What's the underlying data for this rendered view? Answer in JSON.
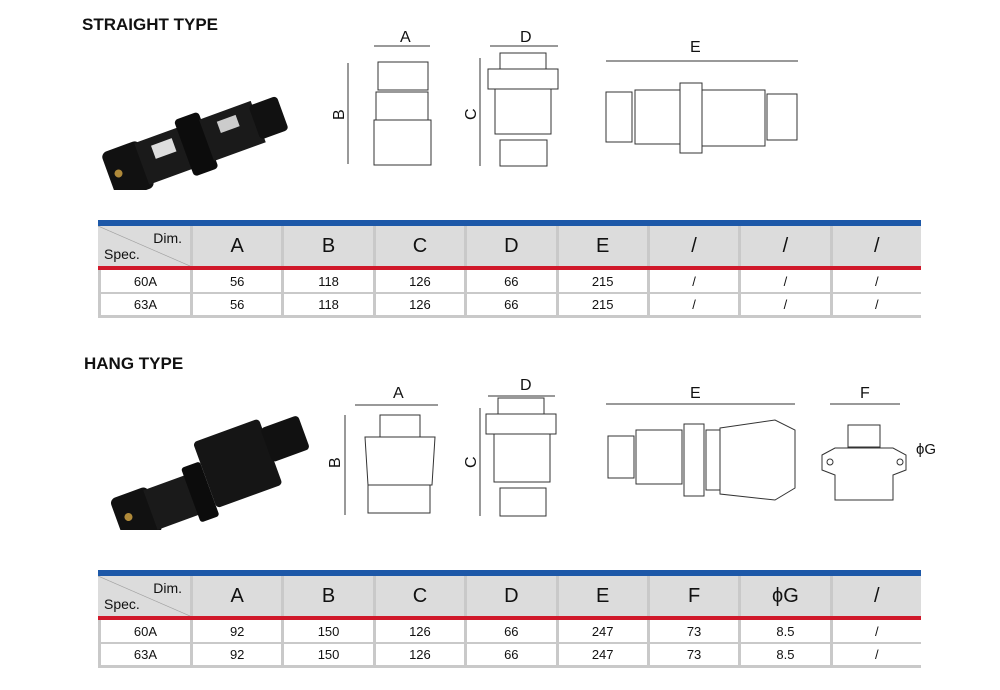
{
  "sections": [
    {
      "title": "STRAIGHT TYPE",
      "drawing_labels": [
        "A",
        "B",
        "C",
        "D",
        "E"
      ],
      "table": {
        "corner_top": "Dim.",
        "corner_bottom": "Spec.",
        "headers": [
          "A",
          "B",
          "C",
          "D",
          "E",
          "/",
          "/",
          "/"
        ],
        "rows": [
          {
            "spec": "60A",
            "values": [
              "56",
              "118",
              "126",
              "66",
              "215",
              "/",
              "/",
              "/"
            ]
          },
          {
            "spec": "63A",
            "values": [
              "56",
              "118",
              "126",
              "66",
              "215",
              "/",
              "/",
              "/"
            ]
          }
        ]
      }
    },
    {
      "title": "HANG TYPE",
      "drawing_labels": [
        "A",
        "B",
        "C",
        "D",
        "E",
        "F",
        "ϕG"
      ],
      "table": {
        "corner_top": "Dim.",
        "corner_bottom": "Spec.",
        "headers": [
          "A",
          "B",
          "C",
          "D",
          "E",
          "F",
          "ϕG",
          "/"
        ],
        "rows": [
          {
            "spec": "60A",
            "values": [
              "92",
              "150",
              "126",
              "66",
              "247",
              "73",
              "8.5",
              "/"
            ]
          },
          {
            "spec": "63A",
            "values": [
              "92",
              "150",
              "126",
              "66",
              "247",
              "73",
              "8.5",
              "/"
            ]
          }
        ]
      }
    }
  ]
}
